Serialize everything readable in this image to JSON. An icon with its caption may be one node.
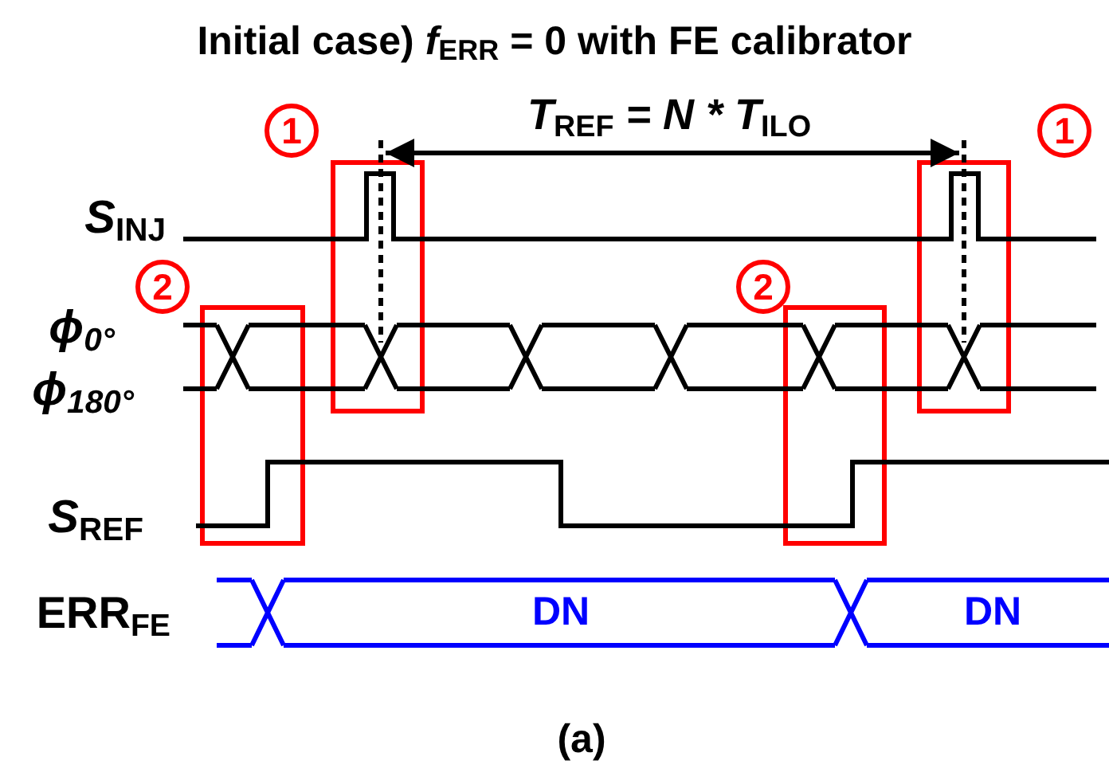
{
  "diagram": {
    "title": "Initial case) *f*$_{ERR}$ = 0 with FE calibrator",
    "labels": [
      "1",
      "T$_{REF}$ = N * T$_{ILO}$",
      "1",
      "S$_{INJ}$",
      "2",
      "2",
      "ϕ$_{0°}$",
      "ϕ$_{180°}$",
      "S$_{REF}$",
      "ERR$_{FE}$",
      "DN",
      "DN"
    ],
    "caption": "(a)"
  }
}
